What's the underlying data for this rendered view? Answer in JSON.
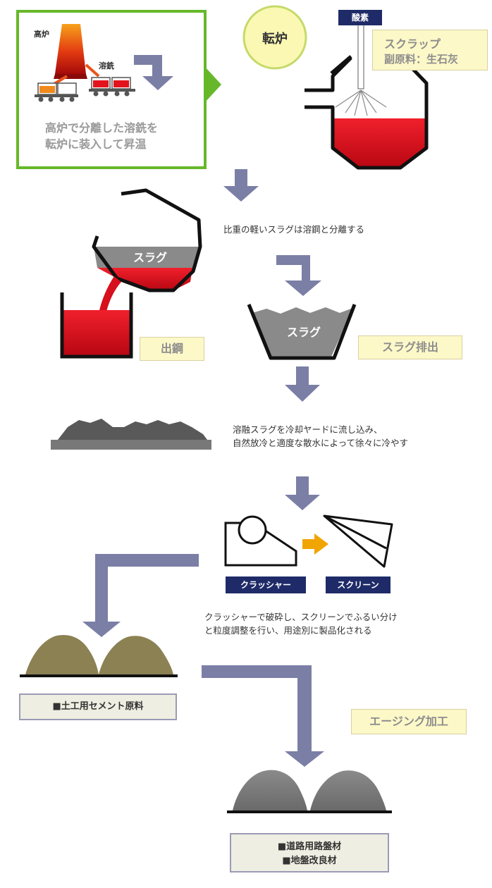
{
  "intro_panel": {
    "furnace_label": "高炉",
    "iron_label": "溶銑",
    "caption_line1": "高炉で分離した溶銑を",
    "caption_line2": "転炉に装入して昇温"
  },
  "converter": {
    "badge": "転炉",
    "oxygen_tag": "酸素",
    "scrap_line1": "スクラップ",
    "scrap_line2": "副原料：生石灰"
  },
  "separation": {
    "note": "比重の軽いスラグは溶鋼と分離する",
    "ladle_slag_label": "スラグ",
    "tapping_label": "出鋼",
    "pot_slag_label": "スラグ",
    "slag_discharge_label": "スラグ排出"
  },
  "cooling": {
    "description": "溶融スラグを冷却ヤードに流し込み、\n自然放冷と適度な散水によって徐々に冷やす"
  },
  "processing": {
    "crusher_tag": "クラッシャー",
    "screen_tag": "スクリーン",
    "description": "クラッシャーで破砕し、スクリーンでふるい分け\nと粒度調整を行い、用途別に製品化される",
    "aging_label": "エージング加工"
  },
  "products": {
    "civil_cement": "■土工用セメント原料",
    "road_base": "■道路用路盤材",
    "ground_improvement": "■地盤改良材"
  },
  "colors": {
    "panel_border": "#66b82a",
    "badge_fill": "#fbf8b3",
    "badge_border": "#c5da6a",
    "arrow": "#7b7fa6",
    "molten_steel": "#d6101c",
    "slag_grey": "#8a8a8a",
    "navy": "#1f2b68",
    "crusher_arrow": "#f0a500"
  }
}
